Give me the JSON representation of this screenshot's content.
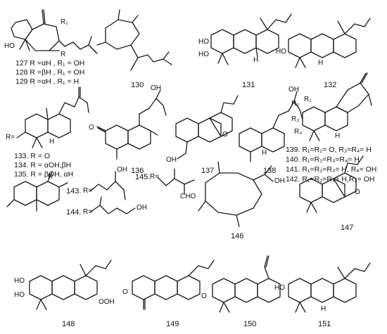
{
  "compounds": [
    {
      "id": "127",
      "note": "R =αH , R₁ = OH"
    },
    {
      "id": "128",
      "note": "R =βH , R₁ = OH"
    },
    {
      "id": "129",
      "note": "R =αH , R₁ = H"
    },
    {
      "id": "130",
      "note": ""
    },
    {
      "id": "131",
      "note": ""
    },
    {
      "id": "132",
      "note": ""
    },
    {
      "id": "133",
      "note": "R = O"
    },
    {
      "id": "134",
      "note": "R = αOH,βH"
    },
    {
      "id": "135",
      "note": "R = βOH, αH"
    },
    {
      "id": "136",
      "note": ""
    },
    {
      "id": "137",
      "note": ""
    },
    {
      "id": "138",
      "note": ""
    },
    {
      "id": "139",
      "note": "R₁=R₂= O, R₃=R₄= H"
    },
    {
      "id": "140",
      "note": "R₁=R₂=R₃=R₄= H"
    },
    {
      "id": "141",
      "note": "R₁=R₂=R₃= H, R₄= OH"
    },
    {
      "id": "142",
      "note": "R₁=R₂=R₄= H,R₃= OH"
    },
    {
      "id": "143",
      "note": ""
    },
    {
      "id": "144",
      "note": ""
    },
    {
      "id": "145",
      "note": ""
    },
    {
      "id": "146",
      "note": ""
    },
    {
      "id": "147",
      "note": ""
    },
    {
      "id": "148",
      "note": ""
    },
    {
      "id": "149",
      "note": ""
    },
    {
      "id": "150",
      "note": ""
    },
    {
      "id": "151",
      "note": ""
    }
  ],
  "atoms": {
    "ho": "HO",
    "oh": "OH",
    "ooh": "OOH",
    "o": "O",
    "h": "H",
    "r": "R",
    "r1": "R₁",
    "r2": "R₂",
    "r3": "R₃",
    "r4": "R₄",
    "req": "R=",
    "cho": "CHO"
  },
  "labels": {
    "c127": "127 R =αH , R₁ = OH",
    "c128": "128 R =βH , R₁ = OH",
    "c129": "129 R =αH , R₁ = H",
    "c133": "133. R = O",
    "c134": "134.  R = αOH,βH",
    "c135": "135. R = βOH, αH",
    "c139": "139. R₁=R₂= O, R₃=R₄= H",
    "c140": "140.  R₁=R₂=R₃=R₄= H",
    "c141": "141.  R₁=R₂=R₃= H, R₄= OH",
    "c142": "142.  R₁=R₂=R₄= H,R₃= OH",
    "n130": "130",
    "n131": "131",
    "n132": "132",
    "n136": "136",
    "n137": "137",
    "n138": "138",
    "n143": "143.",
    "n144": "144.",
    "n145": "145.",
    "n146": "146",
    "n147": "147",
    "n148": "148",
    "n149": "149",
    "n150": "150",
    "n151": "151"
  }
}
